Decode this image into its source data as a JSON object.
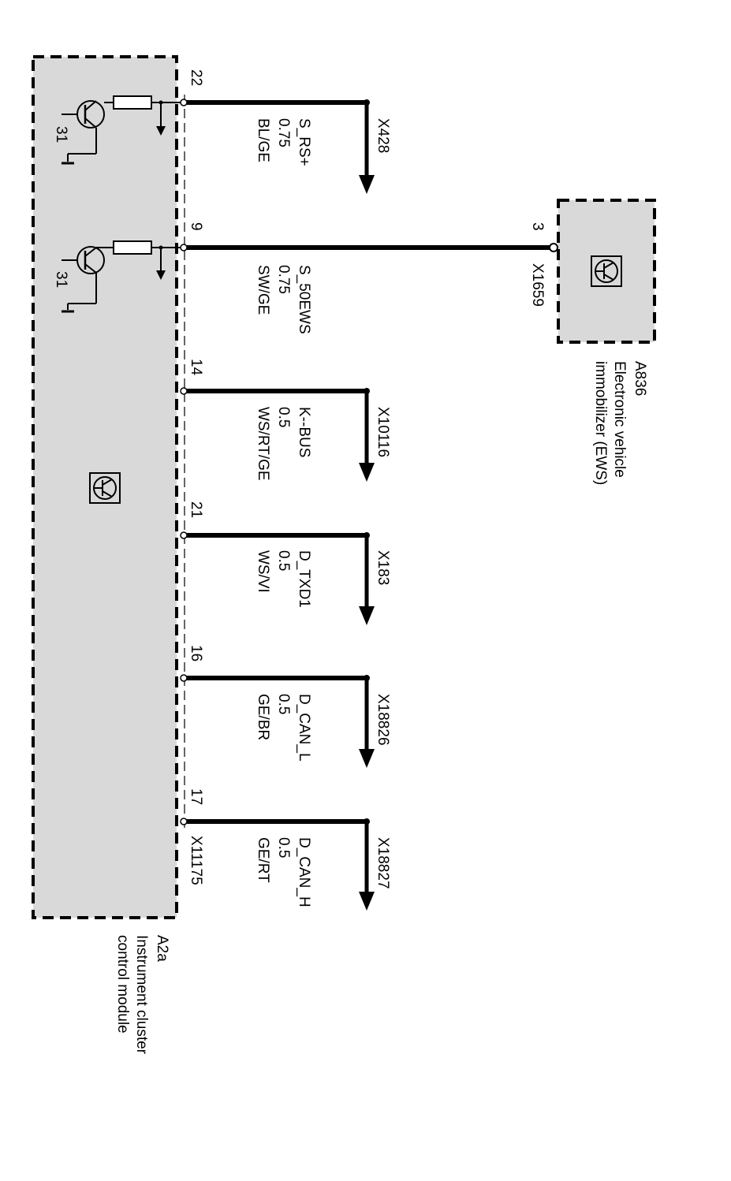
{
  "module_a2a": {
    "id": "A2a",
    "name_line1": "Instrument cluster",
    "name_line2": "control module",
    "connector": "X11175",
    "ground_label": "31"
  },
  "module_a836": {
    "id": "A836",
    "name_line1": "Electronic vehicle",
    "name_line2": "immobilizer (EWS)",
    "connector": "X1659",
    "pin": "3"
  },
  "wires": [
    {
      "pin": "22",
      "signal": "S_RS+",
      "size": "0.75",
      "color": "BL/GE",
      "dest": "X428"
    },
    {
      "pin": "9",
      "signal": "S_50EWS",
      "size": "0.75",
      "color": "SW/GE",
      "dest": ""
    },
    {
      "pin": "14",
      "signal": "K--BUS",
      "size": "0.5",
      "color": "WS/RT/GE",
      "dest": "X10116"
    },
    {
      "pin": "21",
      "signal": "D_TXD1",
      "size": "0.5",
      "color": "WS/VI",
      "dest": "X183"
    },
    {
      "pin": "16",
      "signal": "D_CAN_L",
      "size": "0.5",
      "color": "GE/BR",
      "dest": "X18826"
    },
    {
      "pin": "17",
      "signal": "D_CAN_H",
      "size": "0.5",
      "color": "GE/RT",
      "dest": "X18827"
    }
  ]
}
